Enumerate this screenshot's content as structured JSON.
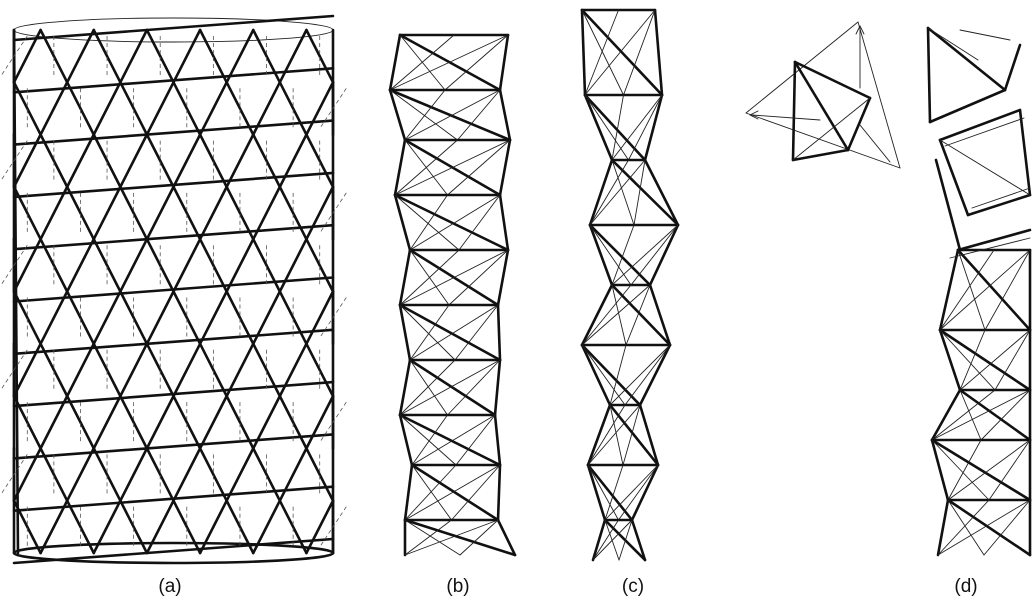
{
  "panels": [
    {
      "id": "a",
      "label": "(a)"
    },
    {
      "id": "b",
      "label": "(b)"
    },
    {
      "id": "c",
      "label": "(c)"
    },
    {
      "id": "d",
      "label": "(d)"
    }
  ],
  "colors": {
    "stroke": "#111111",
    "background": "#ffffff"
  }
}
